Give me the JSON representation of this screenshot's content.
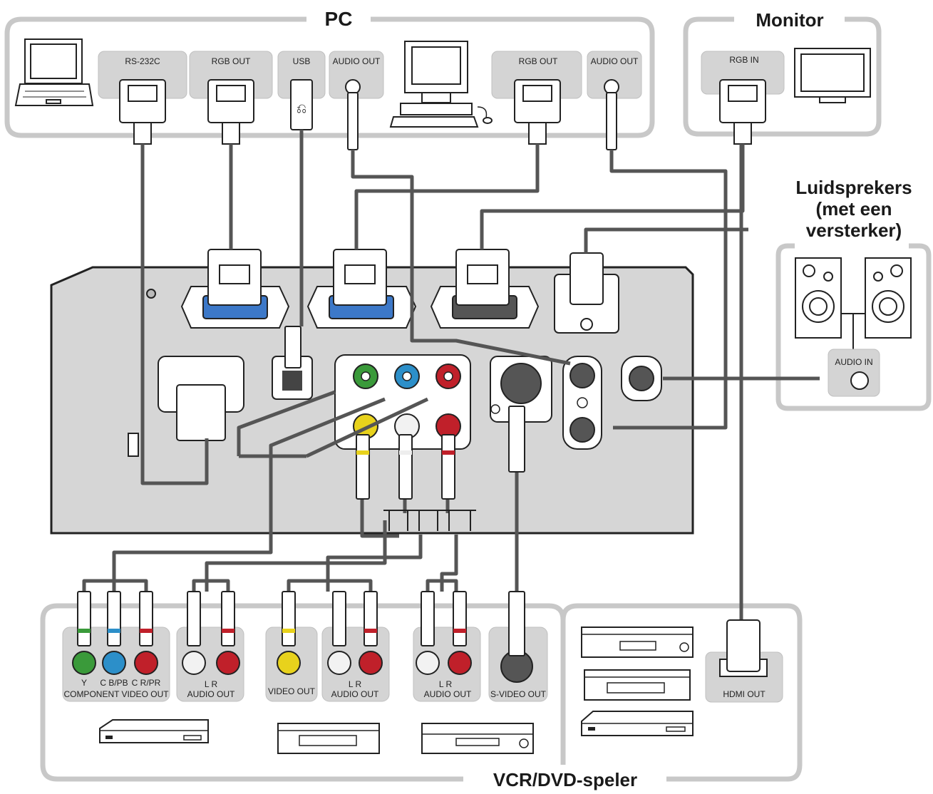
{
  "groups": {
    "pc": "PC",
    "monitor": "Monitor",
    "speakers_line1": "Luidsprekers",
    "speakers_line2": "(met een",
    "speakers_line3": "versterker)",
    "vcr": "VCR/DVD-speler"
  },
  "ports": {
    "rs232c": "RS-232C",
    "rgb_out_1": "RGB OUT",
    "usb": "USB",
    "audio_out_1": "AUDIO OUT",
    "rgb_out_2": "RGB OUT",
    "audio_out_2": "AUDIO OUT",
    "rgb_in": "RGB IN",
    "audio_in": "AUDIO IN",
    "component_y": "Y",
    "component_cb": "C B/PB",
    "component_cr": "C R/PR",
    "component_video_out": "COMPONENT VIDEO OUT",
    "audio_lr_1": "L   R",
    "audio_out_3": "AUDIO OUT",
    "video_out": "VIDEO OUT",
    "audio_lr_2": "L   R",
    "audio_out_4": "AUDIO OUT",
    "audio_lr_3": "L   R",
    "audio_out_5": "AUDIO OUT",
    "s_video_out": "S-VIDEO OUT",
    "hdmi_out": "HDMI OUT"
  },
  "colors": {
    "green": "#3a9a3a",
    "blue": "#2c8fc9",
    "red": "#c0202a",
    "yellow": "#e8d21c",
    "white": "#f2f2f2",
    "vga_blue": "#3c78c8"
  }
}
